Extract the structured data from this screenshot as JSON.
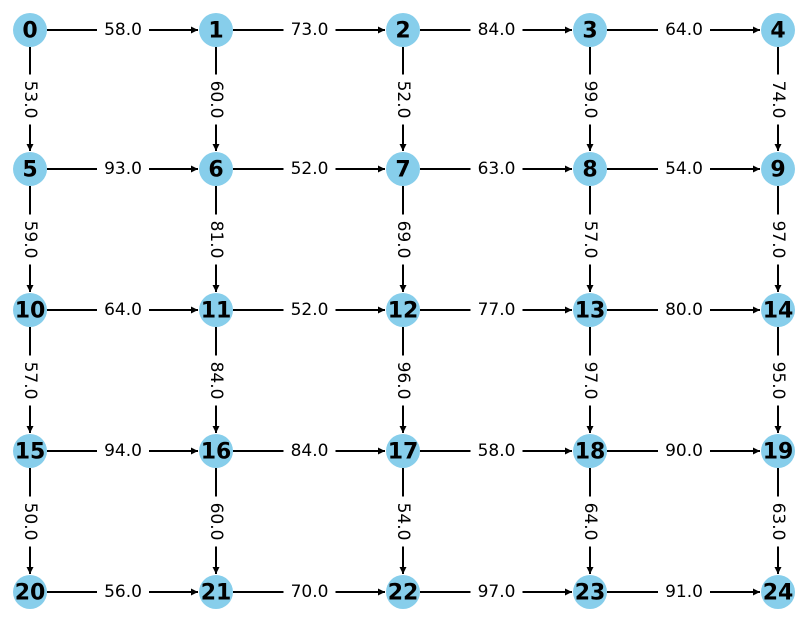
{
  "colors": {
    "node_fill": "#87ceeb",
    "edge": "#000000",
    "label_bg": "#ffffff"
  },
  "graph": {
    "type": "directed-grid",
    "rows": 5,
    "cols": 5,
    "nodes": [
      "0",
      "1",
      "2",
      "3",
      "4",
      "5",
      "6",
      "7",
      "8",
      "9",
      "10",
      "11",
      "12",
      "13",
      "14",
      "15",
      "16",
      "17",
      "18",
      "19",
      "20",
      "21",
      "22",
      "23",
      "24"
    ],
    "edges": [
      {
        "from": 0,
        "to": 1,
        "weight": "58.0"
      },
      {
        "from": 1,
        "to": 2,
        "weight": "73.0"
      },
      {
        "from": 2,
        "to": 3,
        "weight": "84.0"
      },
      {
        "from": 3,
        "to": 4,
        "weight": "64.0"
      },
      {
        "from": 5,
        "to": 6,
        "weight": "93.0"
      },
      {
        "from": 6,
        "to": 7,
        "weight": "52.0"
      },
      {
        "from": 7,
        "to": 8,
        "weight": "63.0"
      },
      {
        "from": 8,
        "to": 9,
        "weight": "54.0"
      },
      {
        "from": 10,
        "to": 11,
        "weight": "64.0"
      },
      {
        "from": 11,
        "to": 12,
        "weight": "52.0"
      },
      {
        "from": 12,
        "to": 13,
        "weight": "77.0"
      },
      {
        "from": 13,
        "to": 14,
        "weight": "80.0"
      },
      {
        "from": 15,
        "to": 16,
        "weight": "94.0"
      },
      {
        "from": 16,
        "to": 17,
        "weight": "84.0"
      },
      {
        "from": 17,
        "to": 18,
        "weight": "58.0"
      },
      {
        "from": 18,
        "to": 19,
        "weight": "90.0"
      },
      {
        "from": 20,
        "to": 21,
        "weight": "56.0"
      },
      {
        "from": 21,
        "to": 22,
        "weight": "70.0"
      },
      {
        "from": 22,
        "to": 23,
        "weight": "97.0"
      },
      {
        "from": 23,
        "to": 24,
        "weight": "91.0"
      },
      {
        "from": 0,
        "to": 5,
        "weight": "53.0"
      },
      {
        "from": 1,
        "to": 6,
        "weight": "60.0"
      },
      {
        "from": 2,
        "to": 7,
        "weight": "52.0"
      },
      {
        "from": 3,
        "to": 8,
        "weight": "99.0"
      },
      {
        "from": 4,
        "to": 9,
        "weight": "74.0"
      },
      {
        "from": 5,
        "to": 10,
        "weight": "59.0"
      },
      {
        "from": 6,
        "to": 11,
        "weight": "81.0"
      },
      {
        "from": 7,
        "to": 12,
        "weight": "69.0"
      },
      {
        "from": 8,
        "to": 13,
        "weight": "57.0"
      },
      {
        "from": 9,
        "to": 14,
        "weight": "97.0"
      },
      {
        "from": 10,
        "to": 15,
        "weight": "57.0"
      },
      {
        "from": 11,
        "to": 16,
        "weight": "84.0"
      },
      {
        "from": 12,
        "to": 17,
        "weight": "96.0"
      },
      {
        "from": 13,
        "to": 18,
        "weight": "97.0"
      },
      {
        "from": 14,
        "to": 19,
        "weight": "95.0"
      },
      {
        "from": 15,
        "to": 20,
        "weight": "50.0"
      },
      {
        "from": 16,
        "to": 21,
        "weight": "60.0"
      },
      {
        "from": 17,
        "to": 22,
        "weight": "54.0"
      },
      {
        "from": 18,
        "to": 23,
        "weight": "64.0"
      },
      {
        "from": 19,
        "to": 24,
        "weight": "63.0"
      }
    ]
  }
}
